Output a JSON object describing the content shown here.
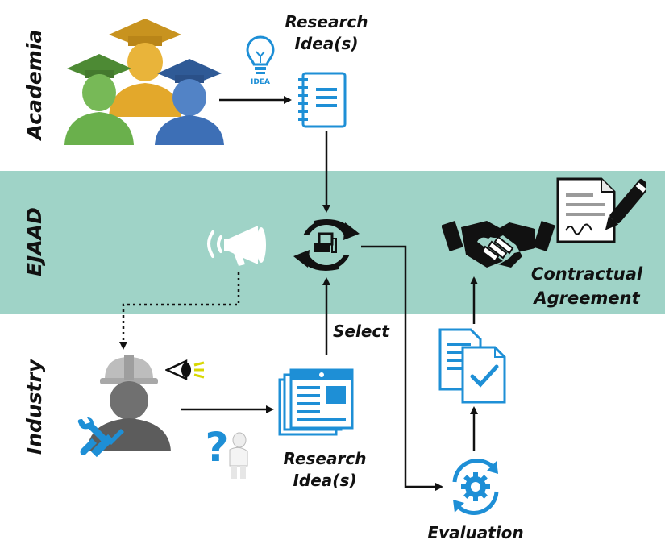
{
  "lanes": {
    "academia": "Academia",
    "ejaad": "EJAAD",
    "industry": "Industry"
  },
  "captions": {
    "research_idea_top_line1": "Research",
    "research_idea_top_line2": "Idea(s)",
    "research_idea_bottom_line1": "Research",
    "research_idea_bottom_line2": "Idea(s)",
    "select": "Select",
    "contractual_line1": "Contractual",
    "contractual_line2": "Agreement",
    "evaluation": "Evaluation"
  },
  "icon_text": {
    "idea_bulb": "IDEA"
  },
  "colors": {
    "band": "#9fd3c7",
    "accent_blue": "#1e8fd6",
    "arrow": "#111111",
    "grad_green": "#6ab04c",
    "grad_gold": "#e3a82b",
    "grad_blue": "#3d6fb6",
    "worker_gray": "#777777"
  }
}
